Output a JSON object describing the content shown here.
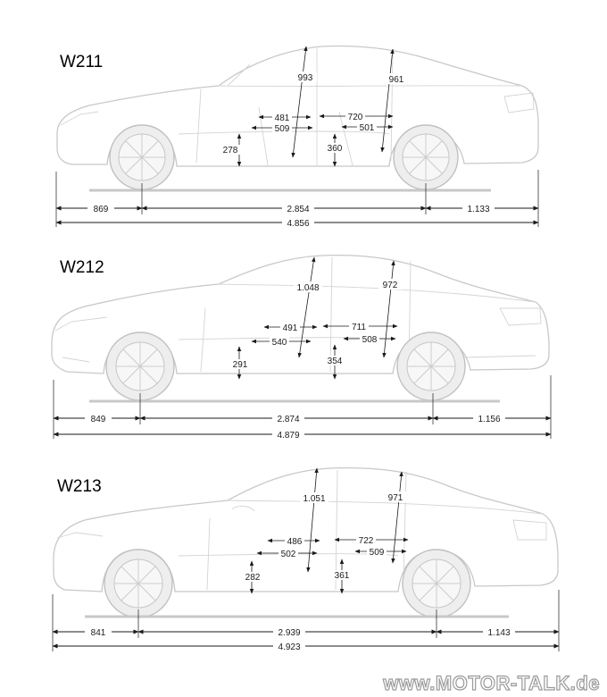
{
  "watermark": "www.MOTOR-TALK.de",
  "cars": [
    {
      "model": "W211",
      "overall": {
        "front_overhang": "869",
        "wheelbase": "2.854",
        "rear_overhang": "1.133",
        "length": "4.856"
      },
      "interior": {
        "front_headroom": "993",
        "rear_headroom": "961",
        "front_a": "481",
        "front_b": "509",
        "rear_a": "720",
        "rear_b": "501",
        "front_seat_height": "278",
        "rear_seat_height": "360"
      }
    },
    {
      "model": "W212",
      "overall": {
        "front_overhang": "849",
        "wheelbase": "2.874",
        "rear_overhang": "1.156",
        "length": "4.879"
      },
      "interior": {
        "front_headroom": "1.048",
        "rear_headroom": "972",
        "front_a": "491",
        "front_b": "540",
        "rear_a": "711",
        "rear_b": "508",
        "front_seat_height": "291",
        "rear_seat_height": "354"
      }
    },
    {
      "model": "W213",
      "overall": {
        "front_overhang": "841",
        "wheelbase": "2.939",
        "rear_overhang": "1.143",
        "length": "4.923"
      },
      "interior": {
        "front_headroom": "1.051",
        "rear_headroom": "971",
        "front_a": "486",
        "front_b": "502",
        "rear_a": "722",
        "rear_b": "509",
        "front_seat_height": "282",
        "rear_seat_height": "361"
      }
    }
  ]
}
